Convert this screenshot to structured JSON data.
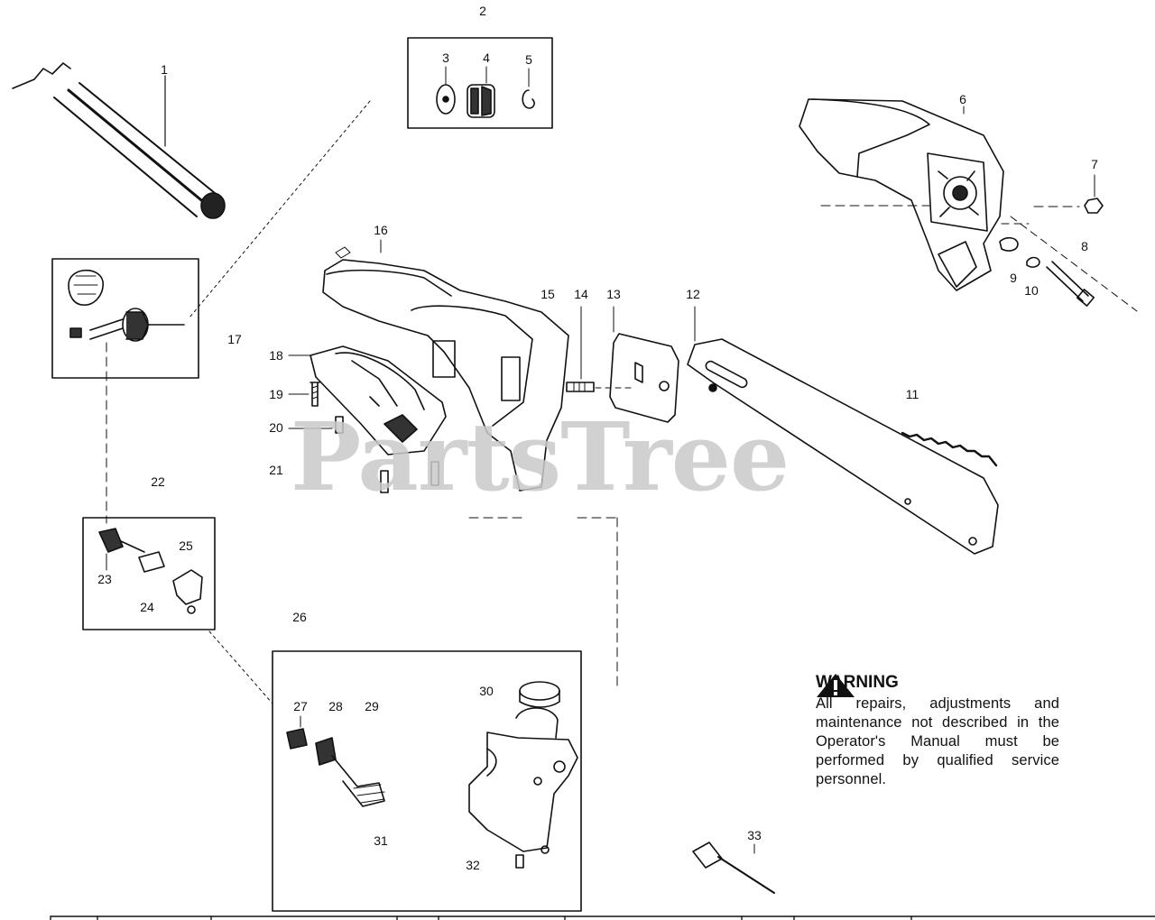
{
  "watermark": {
    "text": "PartsTree"
  },
  "warning": {
    "title": "WARNING",
    "text": "All repairs, adjustments and maintenance not described in the Operator's Manual must be performed by qualified service personnel."
  },
  "callouts": [
    {
      "id": "1",
      "label": "1"
    },
    {
      "id": "2",
      "label": "2"
    },
    {
      "id": "3",
      "label": "3"
    },
    {
      "id": "4",
      "label": "4"
    },
    {
      "id": "5",
      "label": "5"
    },
    {
      "id": "6",
      "label": "6"
    },
    {
      "id": "7",
      "label": "7"
    },
    {
      "id": "8",
      "label": "8"
    },
    {
      "id": "9",
      "label": "9"
    },
    {
      "id": "10",
      "label": "10"
    },
    {
      "id": "11",
      "label": "11"
    },
    {
      "id": "12",
      "label": "12"
    },
    {
      "id": "13",
      "label": "13"
    },
    {
      "id": "14",
      "label": "14"
    },
    {
      "id": "15",
      "label": "15"
    },
    {
      "id": "16",
      "label": "16"
    },
    {
      "id": "17",
      "label": "17"
    },
    {
      "id": "18",
      "label": "18"
    },
    {
      "id": "19",
      "label": "19"
    },
    {
      "id": "20",
      "label": "20"
    },
    {
      "id": "21",
      "label": "21"
    },
    {
      "id": "22",
      "label": "22"
    },
    {
      "id": "23",
      "label": "23"
    },
    {
      "id": "24",
      "label": "24"
    },
    {
      "id": "25",
      "label": "25"
    },
    {
      "id": "26",
      "label": "26"
    },
    {
      "id": "27",
      "label": "27"
    },
    {
      "id": "28",
      "label": "28"
    },
    {
      "id": "29",
      "label": "29"
    },
    {
      "id": "30",
      "label": "30"
    },
    {
      "id": "31",
      "label": "31"
    },
    {
      "id": "32",
      "label": "32"
    },
    {
      "id": "33",
      "label": "33"
    }
  ],
  "colors": {
    "ink": "#111111",
    "watermark": "#c9c9c9",
    "background": "#ffffff"
  }
}
